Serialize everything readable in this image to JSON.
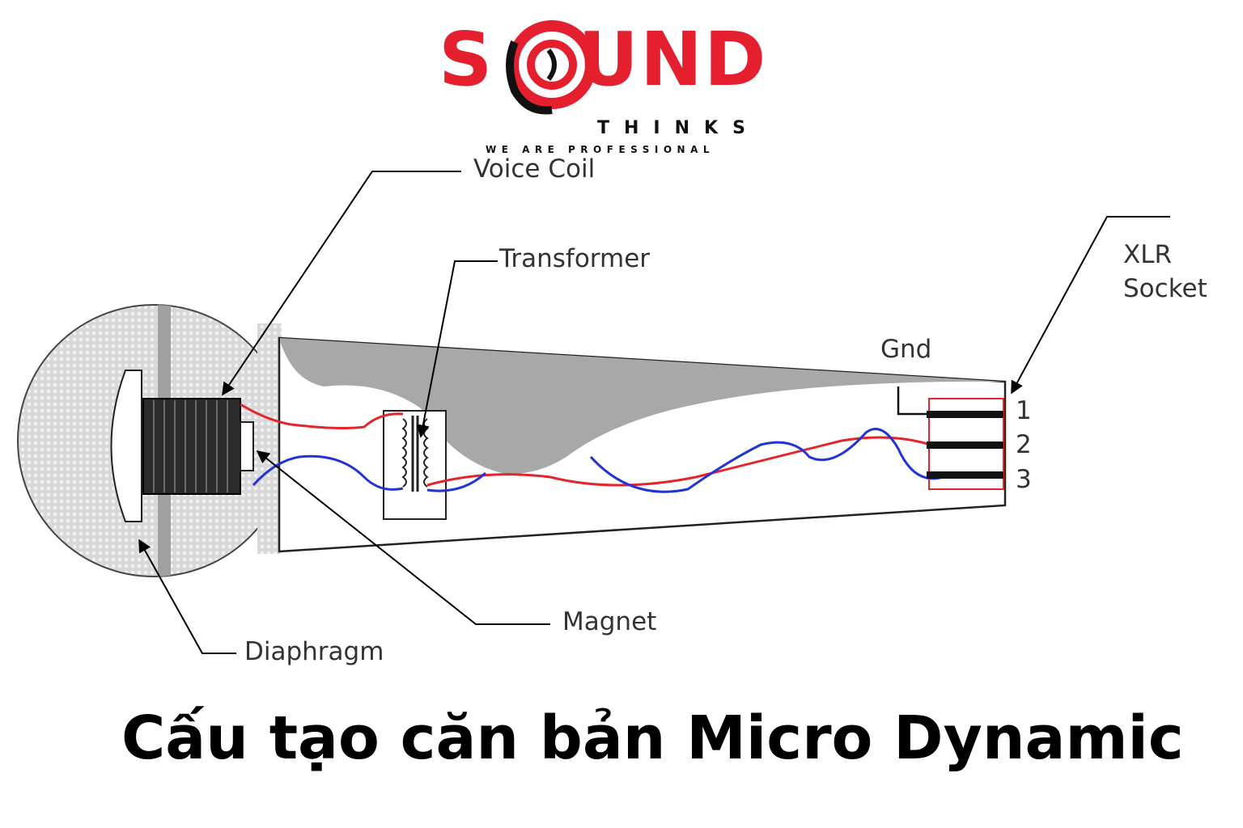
{
  "logo": {
    "word_left": "S",
    "word_right": "UND",
    "sub": "THINKS",
    "tagline": "WE ARE PROFESSIONAL",
    "brand_color": "#e5202e"
  },
  "labels": {
    "voice_coil": "Voice Coil",
    "transformer": "Transformer",
    "xlr_line1": "XLR",
    "xlr_line2": "Socket",
    "gnd": "Gnd",
    "pin1": "1",
    "pin2": "2",
    "pin3": "3",
    "magnet": "Magnet",
    "diaphragm": "Diaphragm"
  },
  "caption": "Cấu tạo căn bản Micro Dynamic",
  "colors": {
    "wire_red": "#e3262b",
    "wire_blue": "#2234d6",
    "shell_gray": "#a8a8a8",
    "coil_dark": "#2b2b2b"
  }
}
